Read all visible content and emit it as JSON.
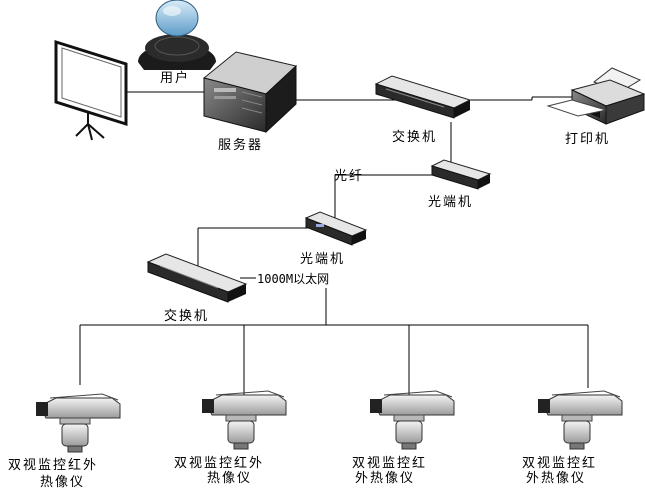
{
  "nodes": {
    "user": "用户",
    "server": "服务器",
    "switch_top": "交换机",
    "printer": "打印机",
    "fiber": "光纤",
    "optical_terminal_1": "光端机",
    "optical_terminal_2": "光端机",
    "ethernet": "1000M以太网",
    "switch_bottom": "交换机"
  },
  "cameras": [
    {
      "line1": "双视监控红外",
      "line2": "热像仪"
    },
    {
      "line1": "双视监控红外",
      "line2": "热像仪"
    },
    {
      "line1": "双视监控红",
      "line2": "外热像仪"
    },
    {
      "line1": "双视监控红",
      "line2": "外热像仪"
    }
  ]
}
